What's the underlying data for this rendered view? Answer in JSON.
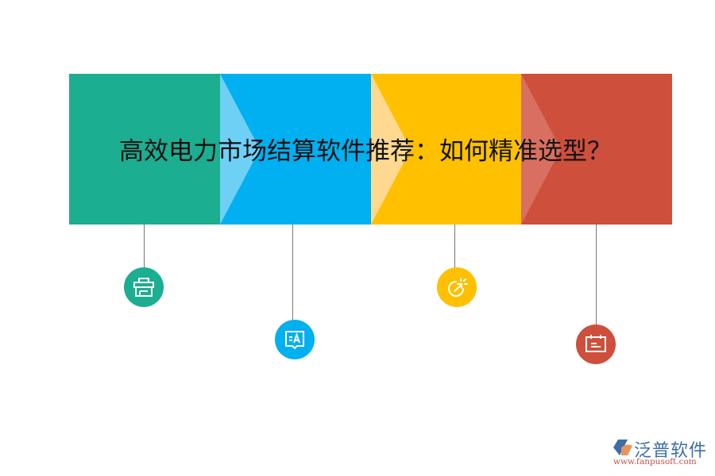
{
  "diagram": {
    "title": "高效电力市场结算软件推荐：如何精准选型？",
    "segments": [
      {
        "index": 1,
        "color": "#1bae91",
        "arrow_color": "#1bae91",
        "icon": "toolbox-icon"
      },
      {
        "index": 2,
        "color": "#00b0f0",
        "arrow_color": "#6fd0f6",
        "icon": "text-message-icon"
      },
      {
        "index": 3,
        "color": "#ffc000",
        "arrow_color": "#ffd98f",
        "icon": "refresh-arrow-icon"
      },
      {
        "index": 4,
        "color": "#cd4f3c",
        "arrow_color": "#d86f60",
        "icon": "calendar-icon"
      }
    ]
  },
  "logo": {
    "name": "泛普软件",
    "url": "www.fanpusoft.com"
  }
}
